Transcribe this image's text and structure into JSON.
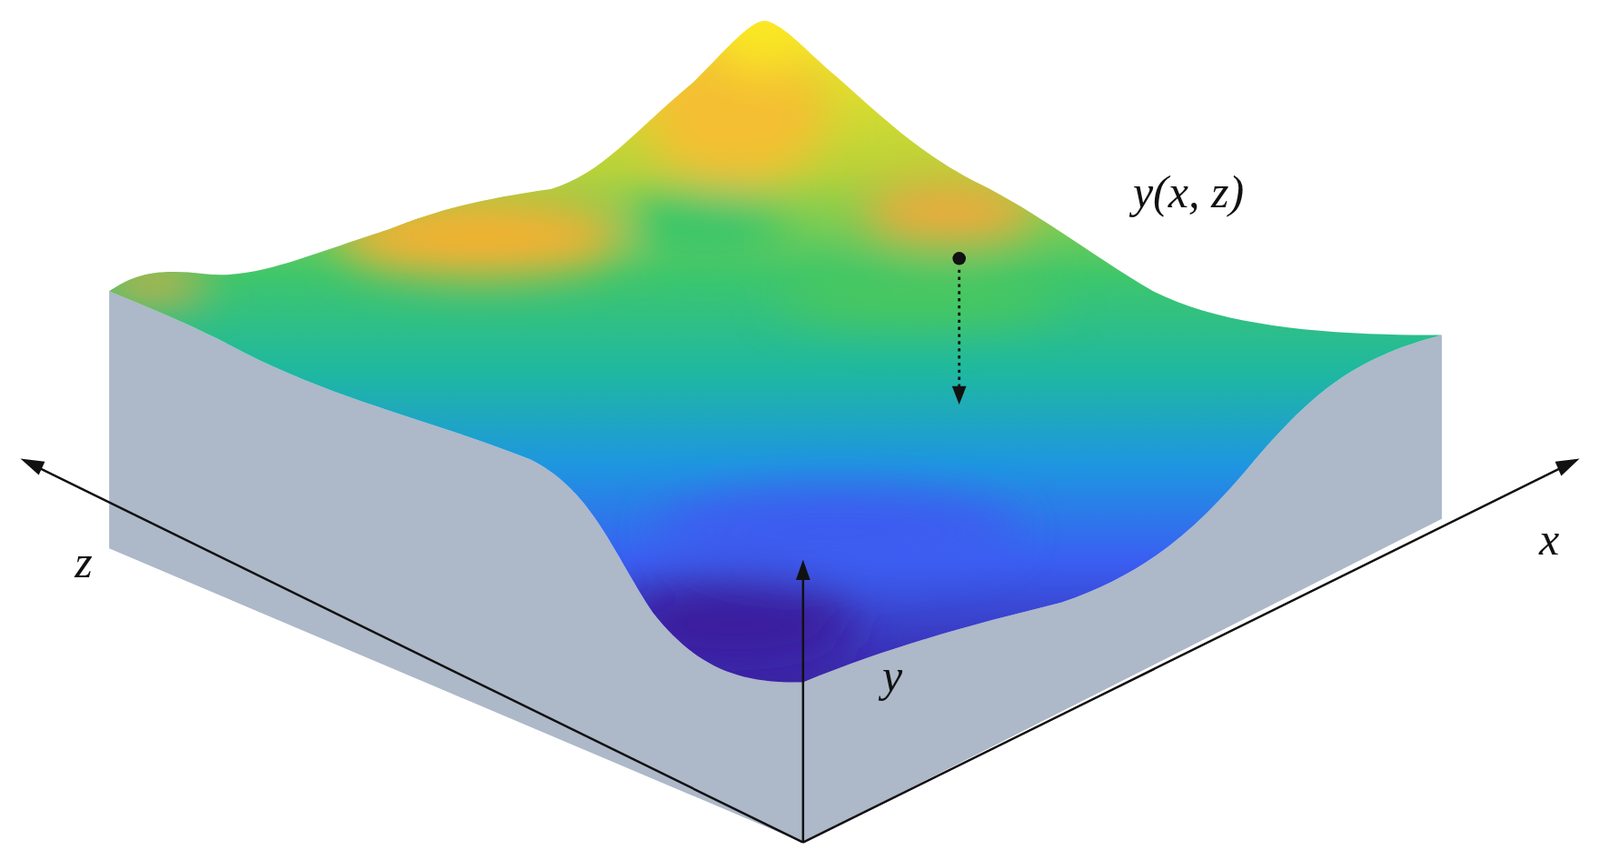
{
  "diagram": {
    "labels": [
      "y(x, z)",
      "z",
      "x",
      "y"
    ]
  }
}
